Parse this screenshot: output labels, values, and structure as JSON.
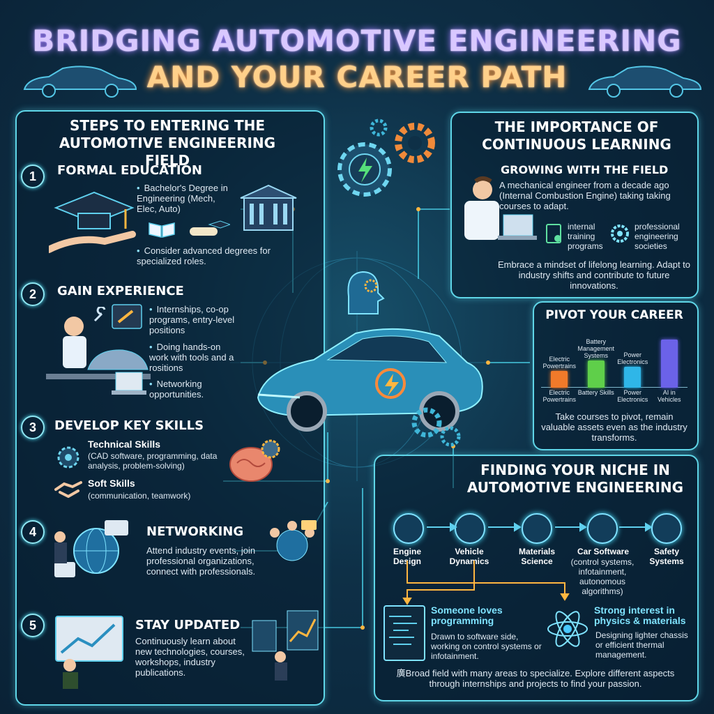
{
  "title": {
    "line1": "BRIDGING AUTOMOTIVE ENGINEERING",
    "line2": "AND YOUR CAREER PATH"
  },
  "steps": {
    "heading": "STEPS TO ENTERING THE AUTOMOTIVE ENGINEERING FIELD",
    "items": [
      {
        "num": "1",
        "title": "FORMAL EDUCATION",
        "b1": "Bachelor's Degree in Engineering (Mech, Elec, Auto)",
        "b2": "Consider advanced degrees for specialized roles."
      },
      {
        "num": "2",
        "title": "GAIN EXPERIENCE",
        "b1": "Internships, co-op programs, entry-level positions",
        "b2": "Doing hands-on work with tools and a rositions",
        "b3": "Networking opportunities."
      },
      {
        "num": "3",
        "title": "DEVELOP KEY SKILLS",
        "tech_title": "Technical Skills",
        "tech_text": "(CAD software, programming, data analysis, problem-solving)",
        "soft_title": "Soft Skills",
        "soft_text": "(communication, teamwork)"
      },
      {
        "num": "4",
        "title": "NETWORKING",
        "text": "Attend industry events, join professional organizations, connect with professionals."
      },
      {
        "num": "5",
        "title": "STAY UPDATED",
        "text": "Continuously learn about new technologies, courses, workshops, industry publications."
      }
    ]
  },
  "learning": {
    "heading": "THE IMPORTANCE OF CONTINUOUS LEARNING",
    "sub": "GROWING WITH THE FIELD",
    "text": "A mechanical engineer from a decade ago (Internal Combustion Engine) taking taking courses to adapt.",
    "chip1": "internal training programs",
    "chip2": "professional engineering societies",
    "footer": "Embrace a mindset of lifelong learning. Adapt to industry shifts and contribute to future innovations."
  },
  "pivot": {
    "heading": "PIVOT YOUR CAREER",
    "footer": "Take courses to pivot, remain valuable assets even as the industry transforms."
  },
  "chart_data": {
    "type": "bar",
    "categories": [
      "Electric Powertrains",
      "Battery Skills",
      "Power Electronics",
      "AI in Vehicles"
    ],
    "series": [
      {
        "values": [
          28,
          45,
          35,
          80
        ]
      }
    ],
    "bar_labels": [
      "Electric Powertrains",
      "Battery Management Systems",
      "Power Electronics",
      ""
    ],
    "colors": [
      "#f07a2a",
      "#5fcf4a",
      "#2fb6e8",
      "#6b62e8"
    ],
    "ylim": [
      0,
      100
    ]
  },
  "niche": {
    "heading": "FINDING YOUR NICHE IN AUTOMOTIVE ENGINEERING",
    "areas": [
      "Engine Design",
      "Vehicle Dynamics",
      "Materials Science",
      "Car Software",
      "Safety Systems"
    ],
    "software_note": "(control systems, infotainment, autonomous algorithms)",
    "case1_title": "Someone loves programming",
    "case1_text": "Drawn to software side, working on control systems or infotainment.",
    "case2_title": "Strong interest in physics & materials",
    "case2_text": "Designing lighter chassis or efficient thermal management.",
    "footer": "廣Broad field with many areas to specialize. Explore different aspects through internships and projects to find your passion."
  }
}
